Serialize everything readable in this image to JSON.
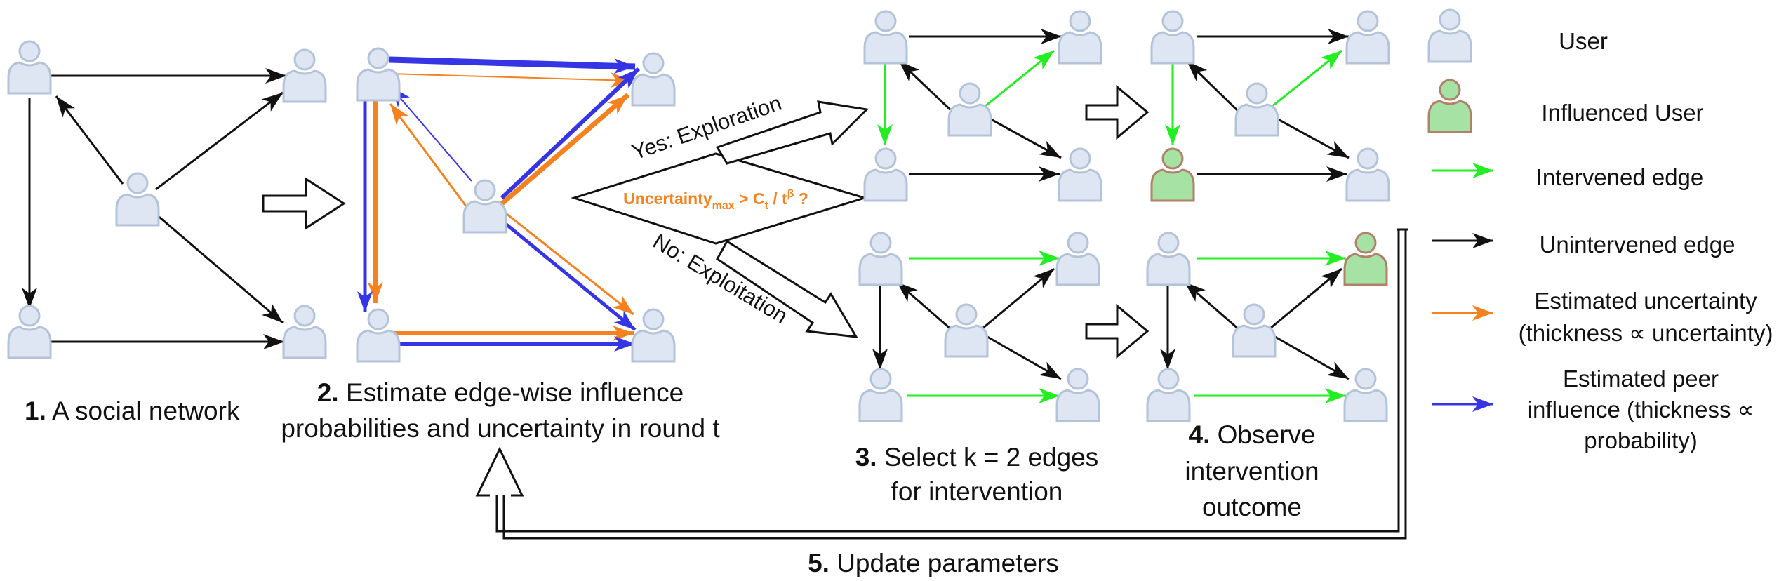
{
  "colors": {
    "user_fill": "#dde6f2",
    "user_stroke": "#b4c3d8",
    "influenced_fill": "#a6e2a3",
    "influenced_stroke": "#b0806a",
    "intervened": "#22ee22",
    "unintervened": "#111111",
    "uncertainty": "#f5821f",
    "influence": "#3535e6"
  },
  "steps": {
    "s1": {
      "num": "1.",
      "text": "A social network"
    },
    "s2": {
      "num": "2.",
      "line1": "Estimate edge-wise influence",
      "line2": "probabilities and uncertainty in round t"
    },
    "s3": {
      "num": "3.",
      "line1": "Select k = 2 edges",
      "line2": "for intervention"
    },
    "s4": {
      "num": "4.",
      "line1": "Observe",
      "line2": "intervention",
      "line3": "outcome"
    },
    "s5": {
      "num": "5.",
      "text": "Update parameters"
    }
  },
  "decision": {
    "yes": "Yes: Exploration",
    "no": "No: Exploitation",
    "cond_a": "Uncertainty",
    "cond_a_sub": "max",
    "cond_b": " > C",
    "cond_b_sub": "t",
    "cond_c": " / t",
    "cond_c_sup": "β",
    "cond_d": " ?"
  },
  "legend": [
    {
      "icon": "user",
      "label": "User"
    },
    {
      "icon": "influenced-user",
      "label": "Influenced User"
    },
    {
      "icon": "intervened-edge",
      "label": "Intervened edge"
    },
    {
      "icon": "unintervened-edge",
      "label": "Unintervened edge"
    },
    {
      "icon": "uncertainty-edge",
      "label": "Estimated uncertainty",
      "label2": "(thickness ∝ uncertainty)"
    },
    {
      "icon": "influence-edge",
      "label": "Estimated peer",
      "label2": "influence (thickness ∝",
      "label3": "probability)"
    }
  ]
}
